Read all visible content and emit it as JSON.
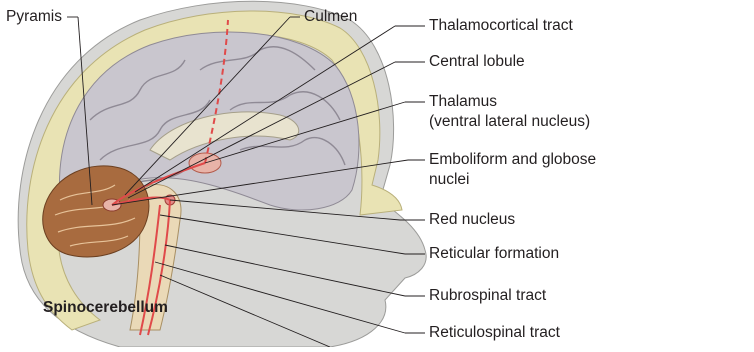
{
  "figure": {
    "labels": {
      "pyramis": "Pyramis",
      "culmen": "Culmen",
      "thalamocortical": "Thalamocortical tract",
      "central_lobule": "Central lobule",
      "thalamus_line1": "Thalamus",
      "thalamus_line2": "(ventral lateral nucleus)",
      "emboliform_line1": "Emboliform and globose",
      "emboliform_line2": "nuclei",
      "red_nucleus": "Red nucleus",
      "reticular_formation": "Reticular formation",
      "rubrospinal": "Rubrospinal tract",
      "reticulospinal": "Reticulospinal tract",
      "spinocerebellum": "Spinocerebellum"
    },
    "colors": {
      "skull": "#e9e3b4",
      "scalp": "#d7d7d5",
      "brain_gyri": "#c9c6ce",
      "cerebellum": "#a86b3f",
      "pathway": "#e04a4a",
      "leader_line": "#231f20"
    }
  }
}
